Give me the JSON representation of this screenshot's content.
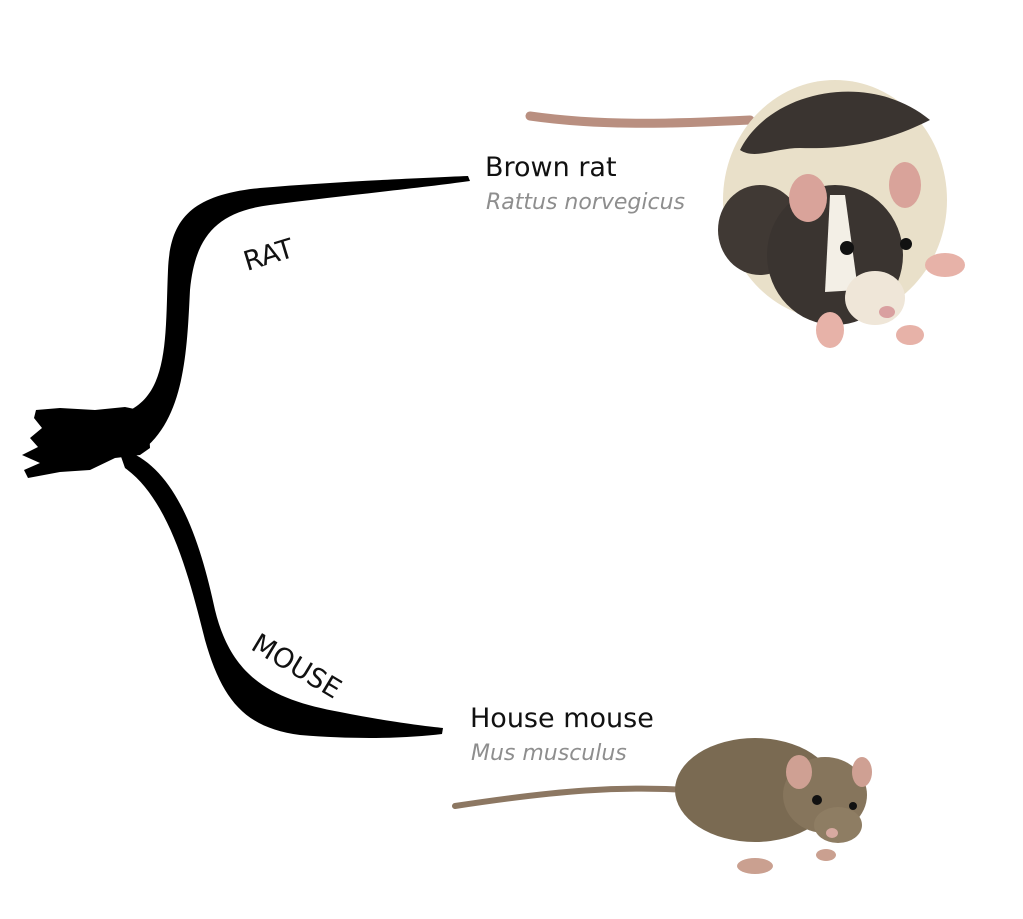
{
  "branches": {
    "rat_label": "RAT",
    "mouse_label": "MOUSE"
  },
  "taxa": {
    "rat": {
      "common_name": "Brown rat",
      "scientific_name": "Rattus norvegicus"
    },
    "mouse": {
      "common_name": "House mouse",
      "scientific_name": "Mus musculus"
    }
  },
  "colors": {
    "tree_ink": "#000000",
    "common_name_text": "#111111",
    "scientific_name_text": "#8e8e8e",
    "background": "#ffffff"
  }
}
